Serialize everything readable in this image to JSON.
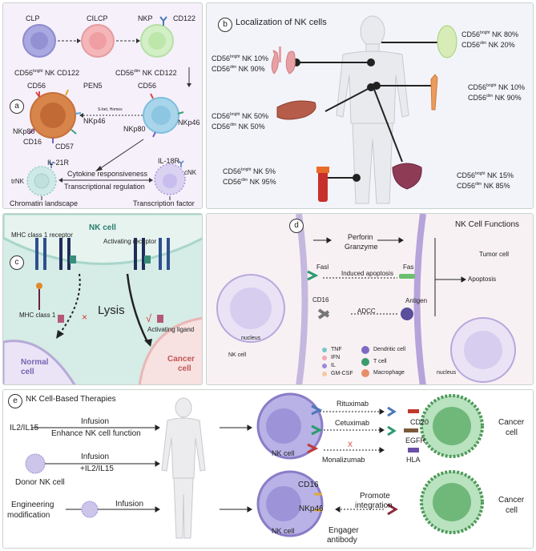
{
  "panel_a": {
    "letter": "a",
    "stage_clp": "CLP",
    "stage_cilcp": "CILCP",
    "stage_nkp": "NKP",
    "receptor_cd122_top": "CD122",
    "bright_label": "CD56",
    "bright_sup": "bright",
    "bright_nk": "NK CD122",
    "dim_label": "CD56",
    "dim_sup": "dim",
    "dim_nk": "NK CD122",
    "marker_cd56_left": "CD56",
    "marker_pen5": "PEN5",
    "marker_nkp46_left": "NKp46",
    "marker_nkp80_left": "NKp80",
    "marker_cd16": "CD16",
    "marker_cd57": "CD57",
    "marker_cd56_right": "CD56",
    "marker_nkp46_right": "NKp46",
    "marker_nkp80_right": "NKp80",
    "migration": "S-bet, Homes",
    "trnk": "trNK",
    "il21r": "IL-21R",
    "cnk": "cNK",
    "il18r": "IL-18R",
    "cytokine": "Cytokine responsiveness",
    "transcriptional": "Transcriptional regulation",
    "chromatin": "Chromatin landscape",
    "transcription_factor": "Transcription factor"
  },
  "panel_b": {
    "letter": "b",
    "title": "Localization of NK cells",
    "organs": [
      {
        "name": "lymph-node",
        "bright": "NK 80%",
        "dim": "NK 20%"
      },
      {
        "name": "lung",
        "bright": "NK 10%",
        "dim": "NK 90%"
      },
      {
        "name": "bone-marrow",
        "bright": "NK 10%",
        "dim": "NK 90%"
      },
      {
        "name": "liver",
        "bright": "NK 50%",
        "dim": "NK 50%"
      },
      {
        "name": "blood",
        "bright": "NK 5%",
        "dim": "NK 95%"
      },
      {
        "name": "spleen",
        "bright": "NK 15%",
        "dim": "NK 85%"
      }
    ],
    "cd56": "CD56",
    "bright_sup": "bright",
    "dim_sup": "dim"
  },
  "panel_c": {
    "letter": "c",
    "nk_cell": "NK cell",
    "mhc_receptor": "MHC class 1 receptor",
    "activating_receptor": "Activating receptor",
    "mhc_class": "MHC class 1",
    "lysis": "Lysis",
    "activating_ligand": "Activating ligand",
    "normal_cell": "Normal\ncell",
    "normal_1": "Normal",
    "normal_2": "cell",
    "cancer_1": "Cancer",
    "cancer_2": "cell",
    "cross": "×",
    "check": "√"
  },
  "panel_d": {
    "letter": "d",
    "title": "NK Cell Functions",
    "perforin": "Perforin",
    "granzyme": "Granzyme",
    "fasl": "Fasl",
    "induced_apoptosis": "Induced apoptosis",
    "fas": "Fas",
    "cd16": "CD16",
    "antigen": "Antigen",
    "adcc": "ADCC",
    "nucleus_left": "nucleus",
    "nk_cell": "NK cell",
    "tnf": "TNF",
    "ifn": "IFN",
    "il": "IL",
    "gmcsf": "GM-CSF",
    "dendritic": "Dendritic cell",
    "tcell": "T cell",
    "macrophage": "Macrophage",
    "tumor_cell": "Tumor cell",
    "apoptosis": "Apoptosis",
    "nucleus_right": "nucleus"
  },
  "panel_e": {
    "letter": "e",
    "title": "NK Cell-Based Therapies",
    "il2": "IL2/IL15",
    "infusion1": "Infusion",
    "enhance": "Enhance NK cell function",
    "infusion2": "Infusion",
    "plus_il": "+IL2/IL15",
    "donor": "Donor NK cell",
    "engineering": "Engineering",
    "modification": "modification",
    "infusion3": "Infusion",
    "nk_cell_1": "NK cell",
    "nk_cell_2": "NK cell",
    "rituximab": "Rituximab",
    "cetuximab": "Cetuximab",
    "monalizumab": "Monalizumab",
    "cd20": "CD20",
    "egfr": "EGFR",
    "hla": "HLA",
    "cross": "X",
    "cancer_1a": "Cancer",
    "cancer_1b": "cell",
    "cancer_2a": "Cancer",
    "cancer_2b": "cell",
    "cd16": "CD16",
    "nkp46": "NKp46",
    "promote": "Promote",
    "integration": "integration",
    "engager": "Engager",
    "antibody": "antibody"
  },
  "colors": {
    "panel_a_bg": "#f6f0fb",
    "panel_b_bg": "#f3f4fa",
    "panel_c_bg": "#d6ece6",
    "panel_d_bg": "#f8f1f4",
    "panel_e_bg": "#ffffff",
    "nk_purple": "#8a7cc7",
    "cancer_green": "#7fc08e",
    "membrane": "#b8a8dc"
  }
}
